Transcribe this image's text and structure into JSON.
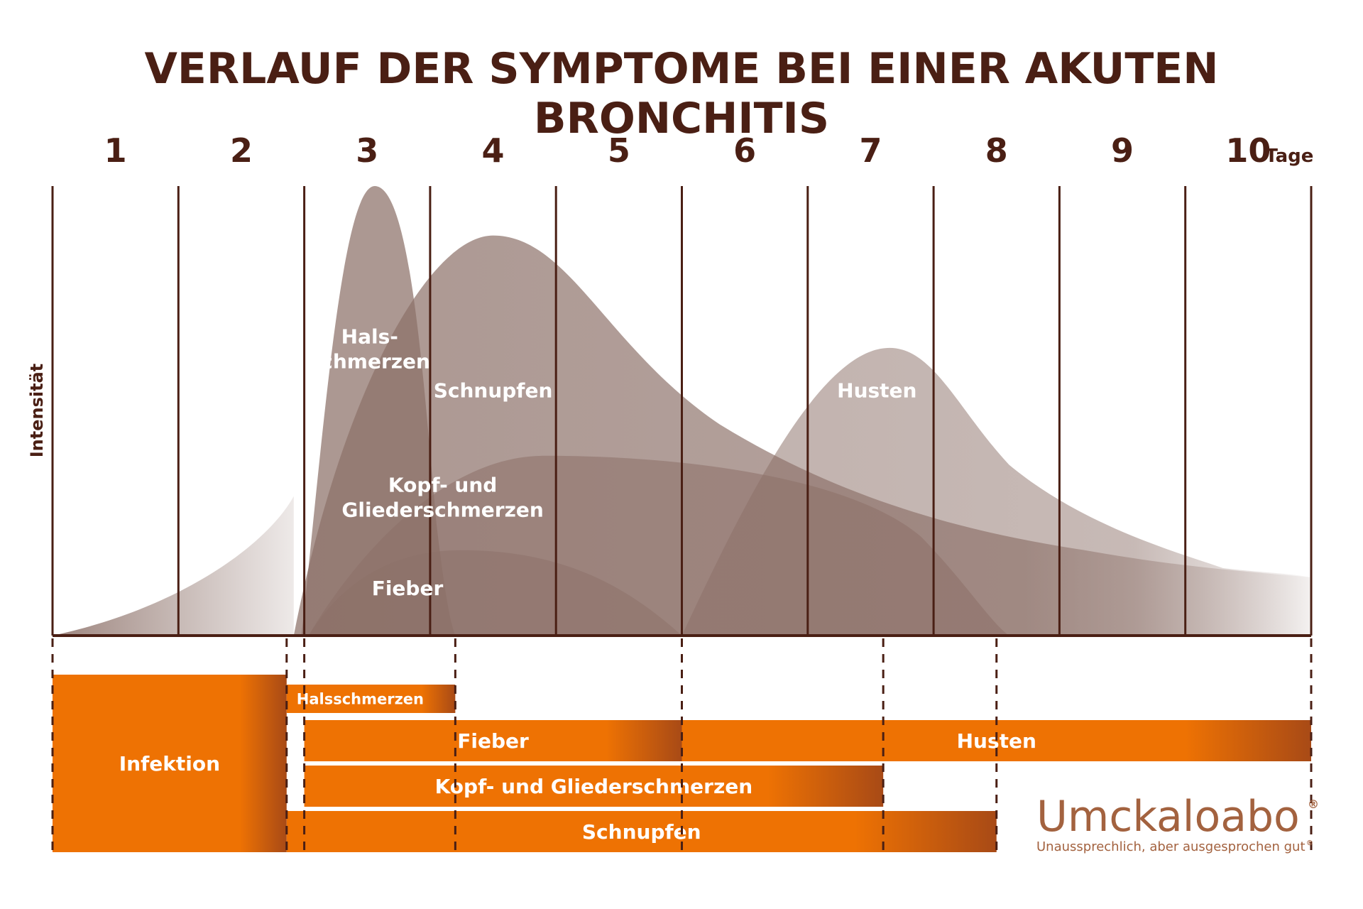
{
  "chart_data": {
    "type": "area",
    "title": "VERLAUF DER SYMPTOME BEI EINER AKUTEN BRONCHITIS",
    "ylabel": "Intensität",
    "xunit": "Tage",
    "days": [
      "1",
      "2",
      "3",
      "4",
      "5",
      "6",
      "7",
      "8",
      "9",
      "10"
    ],
    "xlim": [
      0,
      10
    ],
    "ylim": [
      0,
      1
    ],
    "grid": true,
    "series": [
      {
        "name": "Infektion",
        "peak_day": 2.0,
        "peak_intensity": 0.31,
        "span": [
          0,
          1.86
        ]
      },
      {
        "name": "Hals-schmerzen",
        "label_lines": [
          "Hals-",
          "schmerzen"
        ],
        "peak_day": 2.56,
        "peak_intensity": 1.0,
        "span": [
          2.0,
          3.2
        ]
      },
      {
        "name": "Schnupfen",
        "label_lines": [
          "Schnupfen"
        ],
        "peak_day": 3.5,
        "peak_intensity": 0.89,
        "span": [
          1.86,
          10.0
        ]
      },
      {
        "name": "Husten",
        "label_lines": [
          "Husten"
        ],
        "peak_day": 6.65,
        "peak_intensity": 0.64,
        "span": [
          5.0,
          10.0
        ]
      },
      {
        "name": "Kopf- und Gliederschmerzen",
        "label_lines": [
          "Kopf- und",
          "Gliederschmerzen"
        ],
        "peak_day": 3.9,
        "peak_intensity": 0.4,
        "span": [
          2.0,
          7.6
        ]
      },
      {
        "name": "Fieber",
        "label_lines": [
          "Fieber"
        ],
        "peak_day": 3.25,
        "peak_intensity": 0.19,
        "span": [
          2.0,
          5.0
        ]
      }
    ],
    "phases": [
      {
        "name": "Infektion",
        "start": 0.0,
        "end": 1.86
      },
      {
        "name": "Halsschmerzen",
        "start": 1.86,
        "end": 3.2
      },
      {
        "name": "Fieber",
        "start": 2.0,
        "end": 5.0
      },
      {
        "name": "Husten",
        "start": 5.0,
        "end": 10.0
      },
      {
        "name": "Kopf- und Gliederschmerzen",
        "start": 2.0,
        "end": 6.6
      },
      {
        "name": "Schnupfen",
        "start": 1.86,
        "end": 7.5
      }
    ],
    "dividers": [
      1.86,
      2.0,
      3.2,
      5.0,
      6.6,
      7.5,
      10.0
    ]
  },
  "brand": {
    "name": "Umckaloabo",
    "registered": "®",
    "tagline": "Unaussprechlich, aber ausgesprochen gut",
    "tagline_mark": "®"
  },
  "colors": {
    "dark_brown": "#4a1f14",
    "area_fill": "#8c7068",
    "orange": "#ee7203",
    "orange_dark": "#a84a16",
    "brand_brown": "#a3623f"
  }
}
